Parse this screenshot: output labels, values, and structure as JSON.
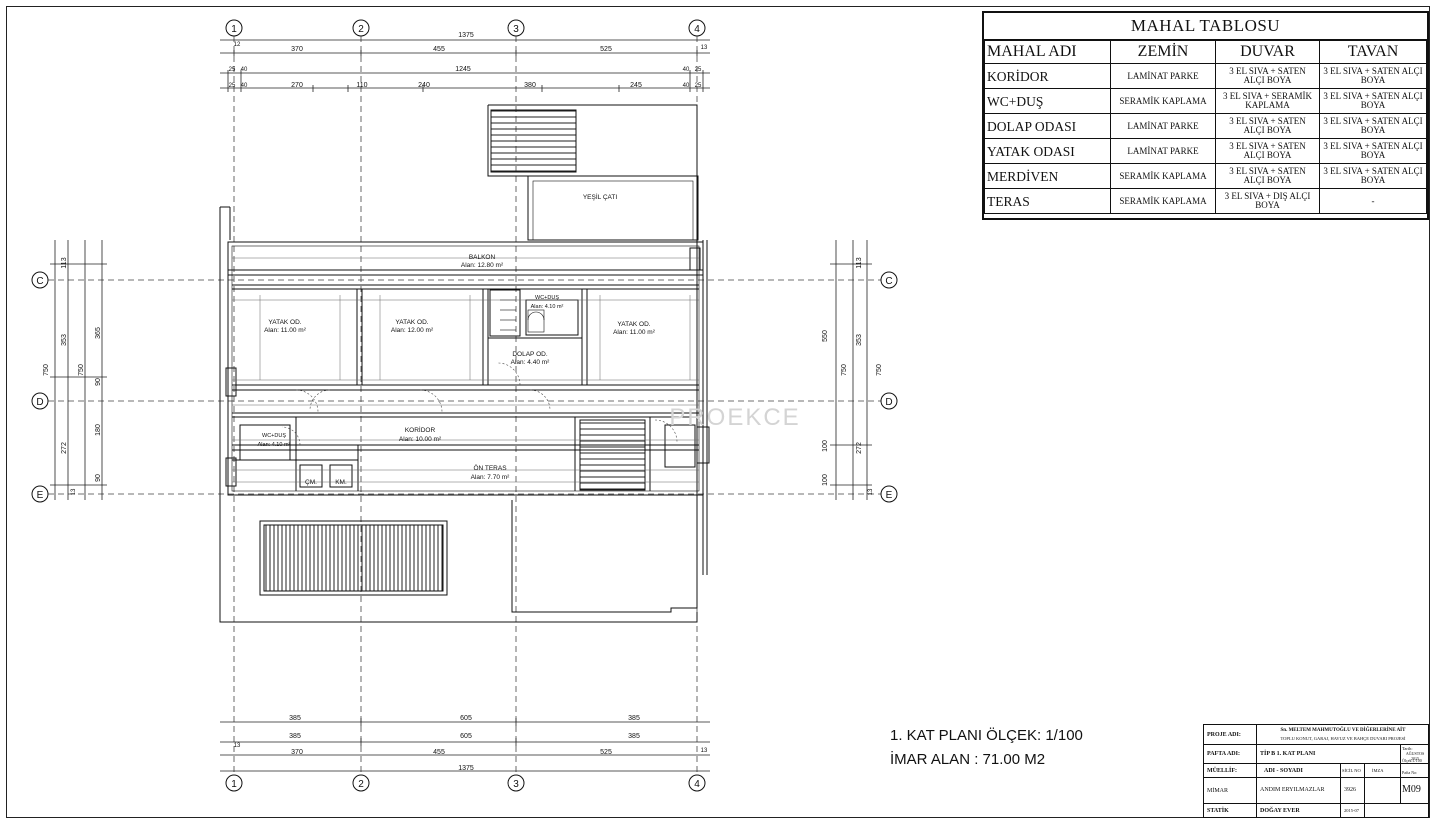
{
  "axes": {
    "columns": [
      "1",
      "2",
      "3",
      "4"
    ],
    "rows": [
      "C",
      "D",
      "E"
    ]
  },
  "dimensions": {
    "top_total": "1375",
    "top_row1": [
      "370",
      "455",
      "525"
    ],
    "top_row1_edges": [
      "12",
      "13"
    ],
    "top_row2": [
      "25",
      "40",
      "1245",
      "40",
      "25"
    ],
    "top_row3": [
      "25",
      "40",
      "270",
      "110",
      "240",
      "380",
      "245",
      "40",
      "25"
    ],
    "bottom_row1": [
      "385",
      "605",
      "385"
    ],
    "bottom_row2": [
      "385",
      "605",
      "385"
    ],
    "bottom_row3": [
      "370",
      "455",
      "525"
    ],
    "bottom_edges": [
      "13",
      "13"
    ],
    "bottom_total": "1375",
    "left_outer": "750",
    "left_mid": [
      "353",
      "272"
    ],
    "left_inner": [
      "113",
      "365",
      "750",
      "90",
      "180",
      "90"
    ],
    "left_bottom": "13",
    "right_outer": "750",
    "right_mid": [
      "353",
      "272"
    ],
    "right_inner": [
      "113",
      "550",
      "750",
      "100",
      "100"
    ],
    "right_bottom": "13"
  },
  "rooms": [
    {
      "name": "YATAK OD.",
      "area": "Alan: 11.00 m²"
    },
    {
      "name": "YATAK OD.",
      "area": "Alan: 12.00 m²"
    },
    {
      "name": "YATAK OD.",
      "area": "Alan: 11.00 m²"
    },
    {
      "name": "DOLAP OD.",
      "area": "Alan: 4.40 m²"
    },
    {
      "name": "KORİDOR",
      "area": "Alan: 10.00 m²"
    },
    {
      "name": "ÖN TERAS",
      "area": "Alan: 7.70 m²"
    },
    {
      "name": "BALKON",
      "area": "Alan: 12.80 m²"
    },
    {
      "name": "WC+DUŞ",
      "area": "Alan: 4.10 m²"
    },
    {
      "name": "WC+DUŞ",
      "area": "Alan: 4.10 m²"
    },
    {
      "name": "YEŞİL ÇATI",
      "area": ""
    }
  ],
  "fixtures": {
    "cm": "ÇM.",
    "km": "KM."
  },
  "mahal_table": {
    "title": "MAHAL TABLOSU",
    "headers": [
      "MAHAL ADI",
      "ZEMİN",
      "DUVAR",
      "TAVAN"
    ],
    "rows": [
      [
        "KORİDOR",
        "LAMİNAT PARKE",
        "3 EL SIVA + SATEN ALÇI BOYA",
        "3 EL SIVA + SATEN ALÇI BOYA"
      ],
      [
        "WC+DUŞ",
        "SERAMİK KAPLAMA",
        "3 EL SIVA + SERAMİK KAPLAMA",
        "3 EL SIVA + SATEN ALÇI BOYA"
      ],
      [
        "DOLAP ODASI",
        "LAMİNAT PARKE",
        "3 EL SIVA + SATEN ALÇI BOYA",
        "3 EL SIVA + SATEN ALÇI BOYA"
      ],
      [
        "YATAK ODASI",
        "LAMİNAT PARKE",
        "3 EL SIVA + SATEN ALÇI BOYA",
        "3 EL SIVA + SATEN ALÇI BOYA"
      ],
      [
        "MERDİVEN",
        "SERAMİK KAPLAMA",
        "3 EL SIVA + SATEN ALÇI BOYA",
        "3 EL SIVA + SATEN ALÇI BOYA"
      ],
      [
        "TERAS",
        "SERAMİK KAPLAMA",
        "3 EL SIVA + DIŞ ALÇI BOYA",
        "-"
      ]
    ]
  },
  "caption": {
    "line1": "1.  KAT PLANI  ÖLÇEK: 1/100",
    "line2": "İMAR ALAN : 71.00 M2"
  },
  "title_block": {
    "proje_label": "PROJE ADI:",
    "proje_value1": "Sn. MELTEM MAHMUTOĞLU VE DİĞERLERİNE AİT",
    "proje_value2": "TOPLU KONUT, GARAJ, HAVUZ VE BAHÇE DUVARI PROJESİ",
    "pafta_label": "PAFTA ADI:",
    "pafta_value": "TİP B 1. KAT PLANI",
    "tarih_label": "Tarih:",
    "tarih_value": "AĞUSTOS 2015",
    "olcek_label": "Ölçek:1/100",
    "muellif_label": "MÜELLİF:",
    "adi_soyadi": "ADI - SOYADI",
    "sicil_no": "SİCİL NO",
    "imza": "İMZA",
    "pafta_no_label": "Pafta No:",
    "mimar_label": "MİMAR",
    "mimar_name": "ANDIM ERYILMAZLAR",
    "mimar_no": "3926",
    "pafta_no": "M09",
    "statik_label": "STATİK",
    "statik_name": "DOĞAY EVER",
    "statik_no": "2015-07"
  },
  "watermark": "PROEKCE"
}
